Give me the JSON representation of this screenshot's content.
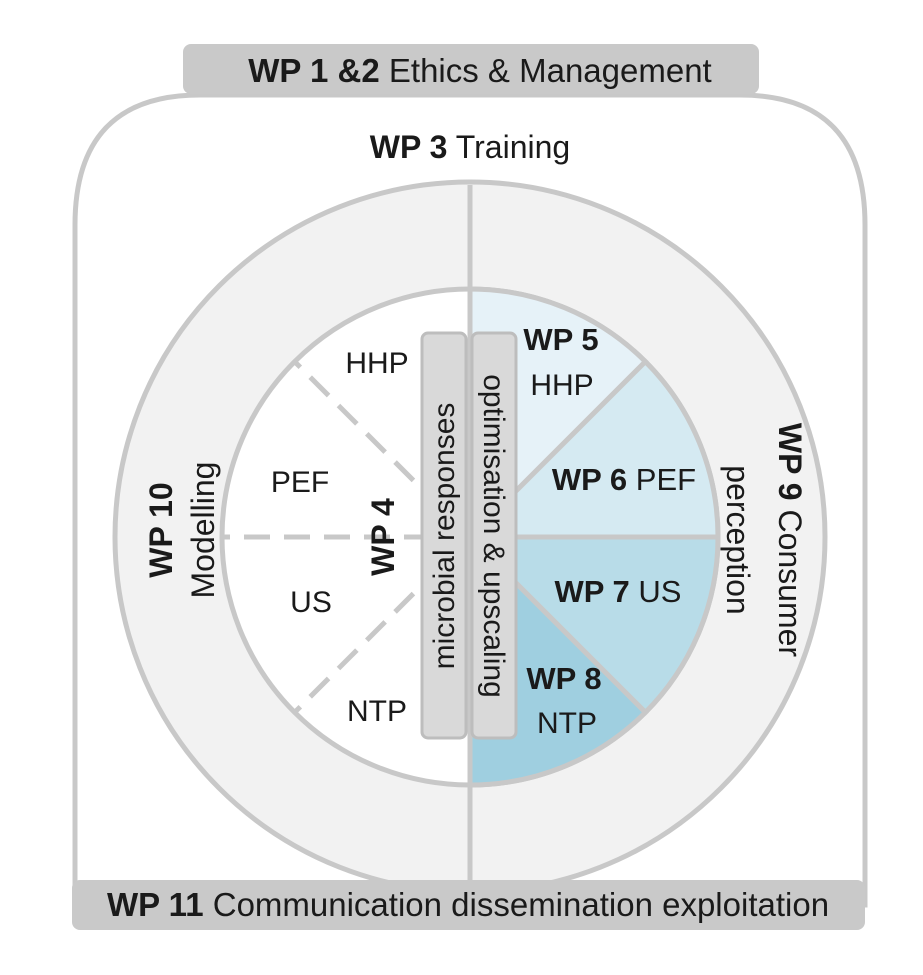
{
  "top_banner": {
    "bold": "WP 1 &2",
    "text": " Ethics & Management"
  },
  "training": {
    "bold": "WP 3",
    "text": " Training"
  },
  "modelling": {
    "bold": "WP 10",
    "text": "Modelling"
  },
  "consumer": {
    "bold": "WP 9",
    "text": " Consumer",
    "text2": "perception"
  },
  "left_labels": {
    "hhp": "HHP",
    "pef": "PEF",
    "us": "US",
    "ntp": "NTP"
  },
  "wp4": {
    "bold": "WP 4"
  },
  "bars": {
    "left": "microbial responses",
    "right": "optimisation & upscaling"
  },
  "wp5": {
    "bold": "WP 5",
    "text": "HHP"
  },
  "wp6": {
    "bold": "WP 6",
    "text": " PEF"
  },
  "wp7": {
    "bold": "WP 7",
    "text": " US"
  },
  "wp8": {
    "bold": "WP 8",
    "text": "NTP"
  },
  "bottom_banner": {
    "bold": "WP 11",
    "text": " Communication dissemination exploitation"
  },
  "colors": {
    "frame_stroke": "#c8c8c8",
    "ring_fill": "#f2f2f2",
    "banner_fill": "#c9c9c9",
    "bar_fill": "#d9d9d9",
    "wp5_fill": "#e6f2f8",
    "wp6_fill": "#d5eaf2",
    "wp7_fill": "#b8dce8",
    "wp8_fill": "#9fcfe0"
  }
}
